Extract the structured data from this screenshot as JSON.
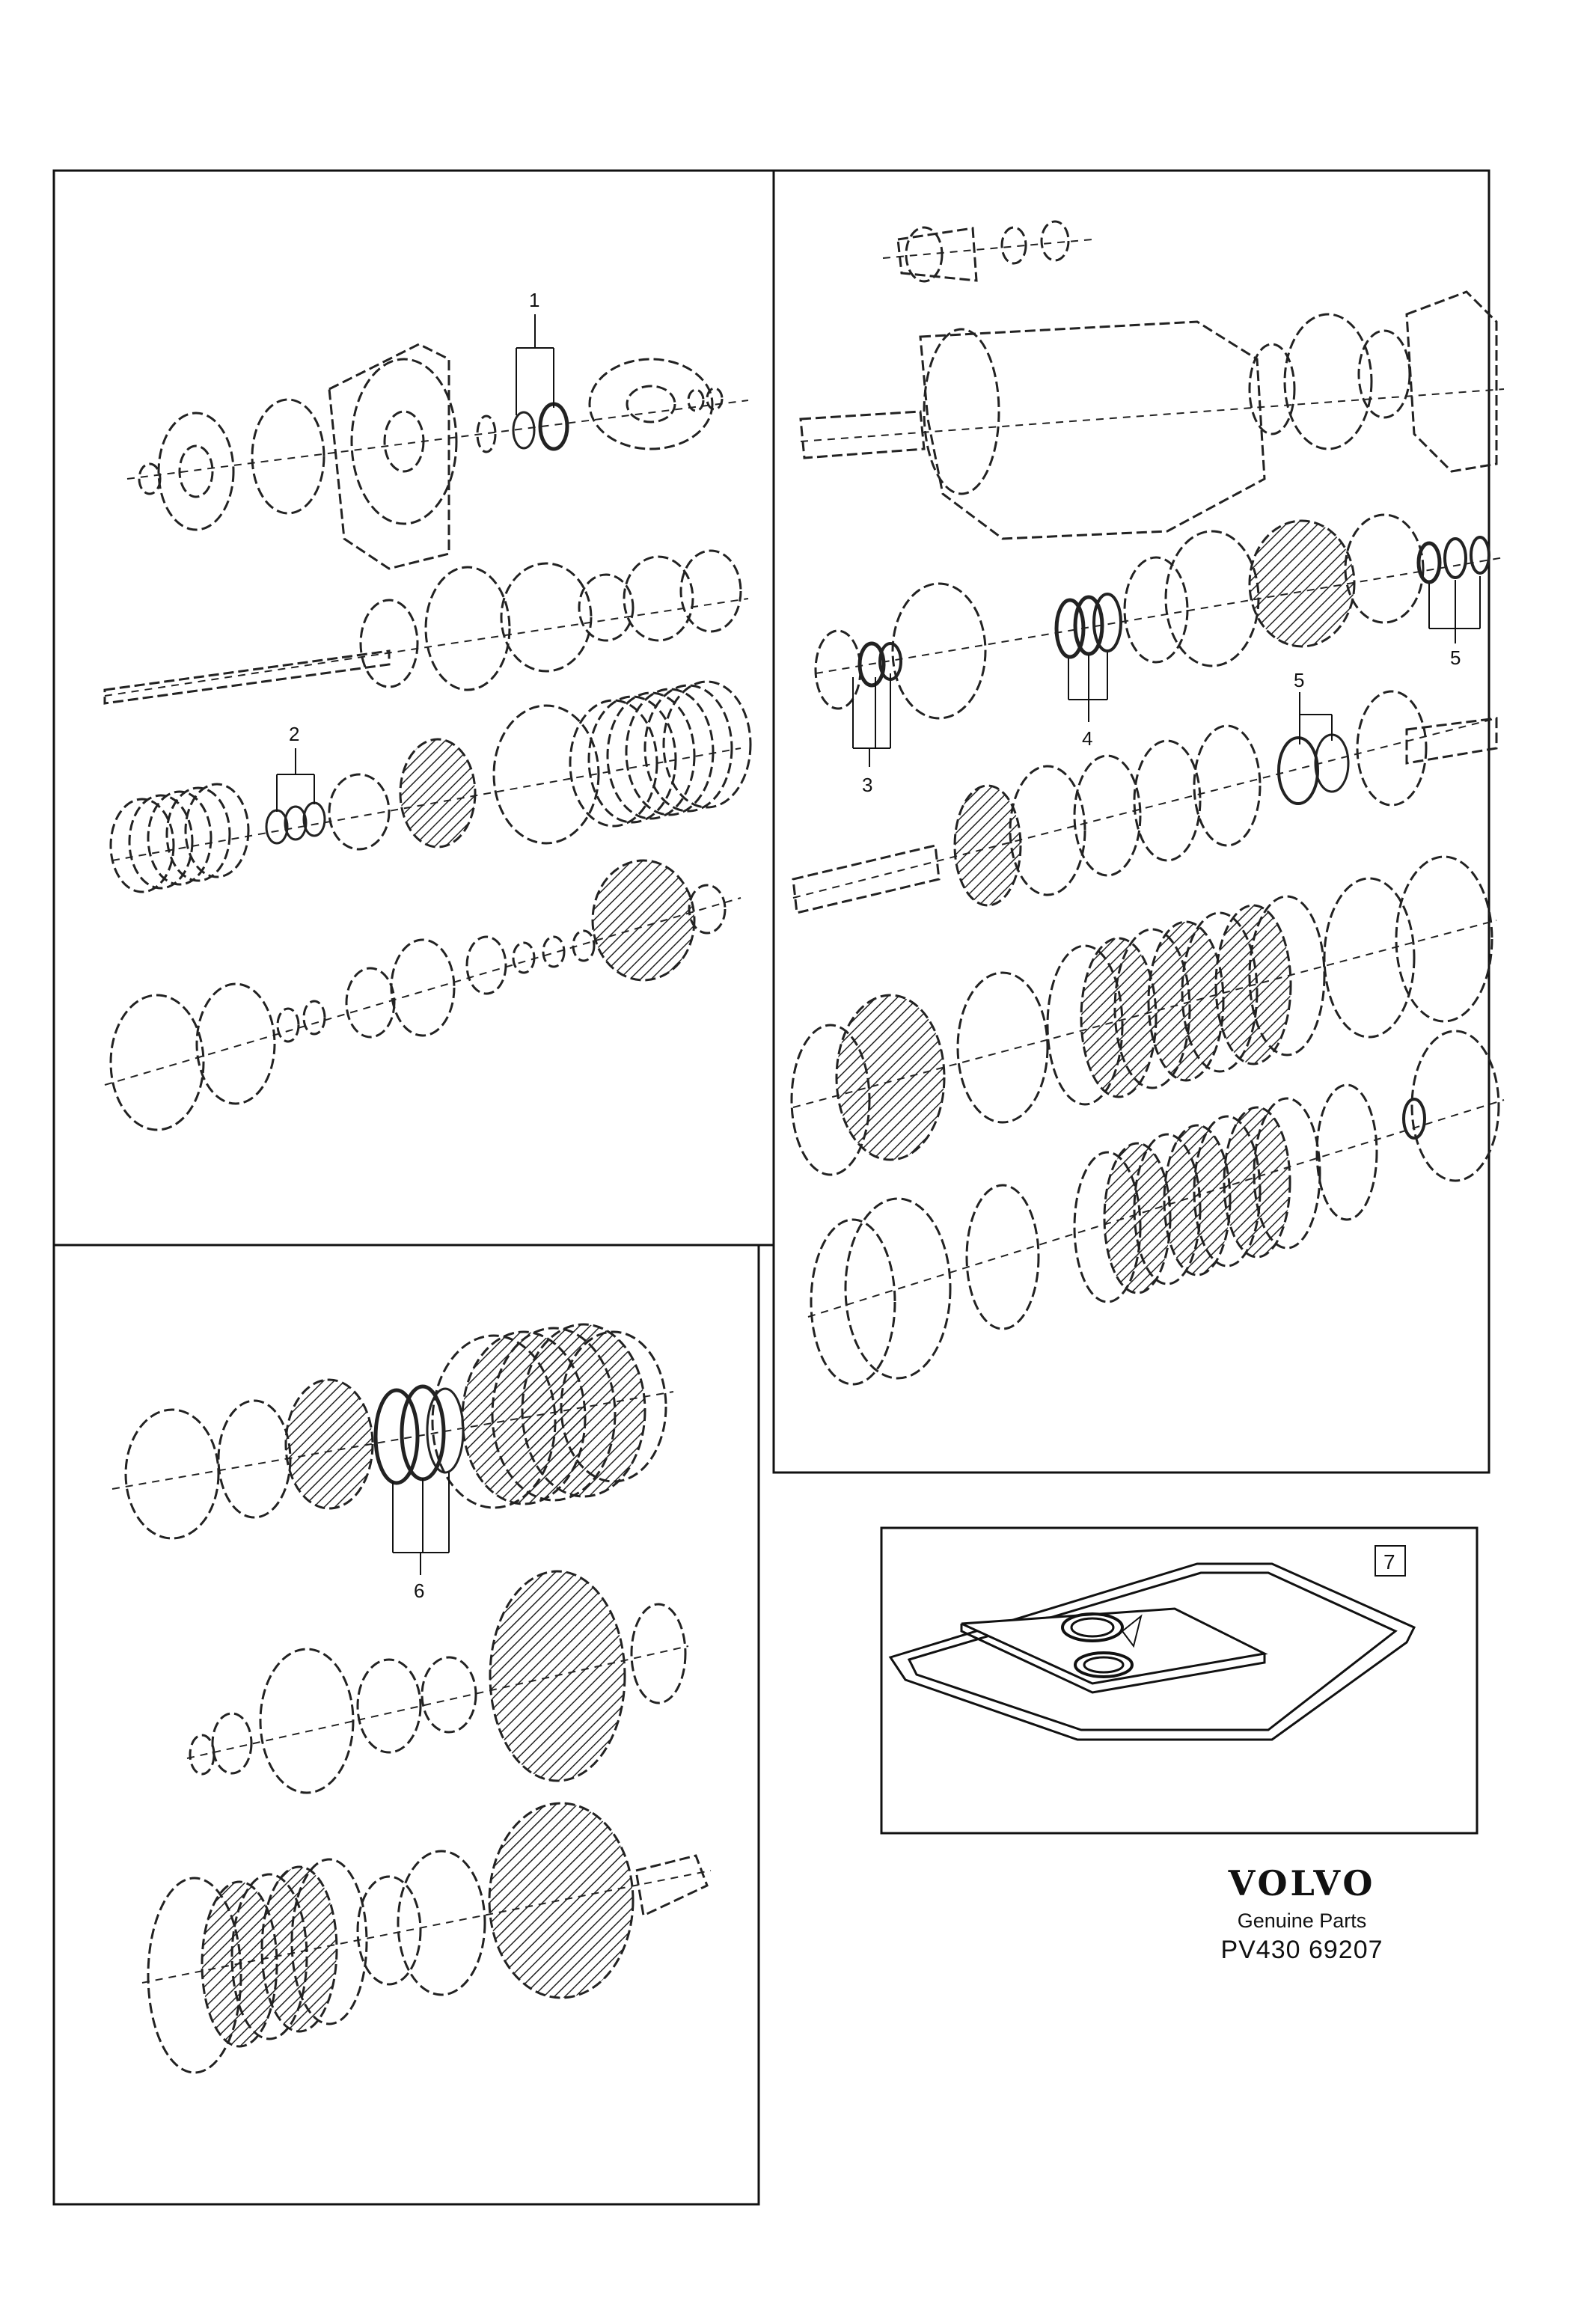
{
  "callouts": {
    "c1": "1",
    "c2": "2",
    "c3": "3",
    "c4": "4",
    "c5a": "5",
    "c5b": "5",
    "c6": "6",
    "c7": "7"
  },
  "branding": {
    "logo": "VOLVO",
    "subtitle": "Genuine Parts",
    "code": "PV430 69207"
  }
}
